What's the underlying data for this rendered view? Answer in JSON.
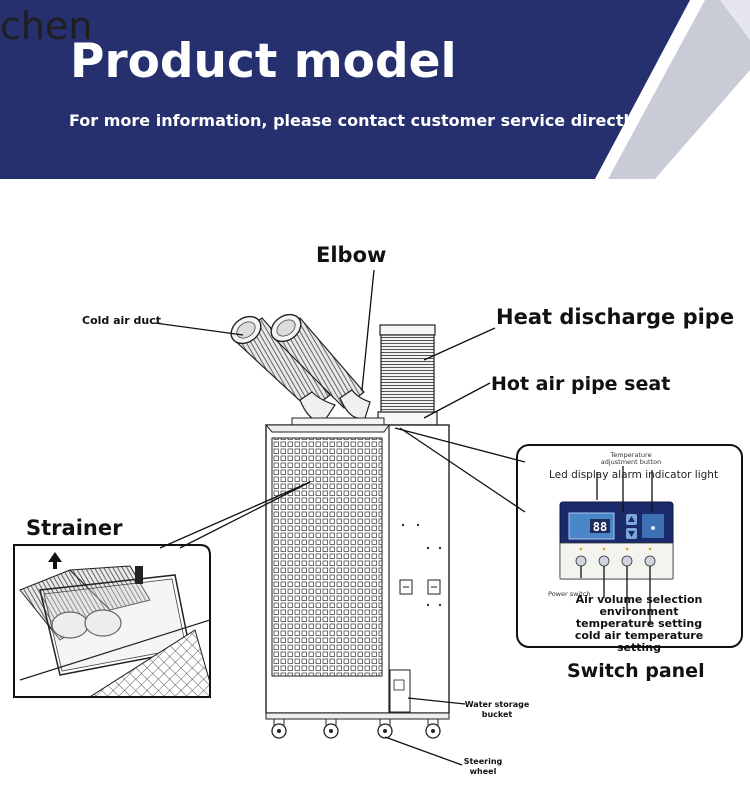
{
  "watermark": "chen",
  "header": {
    "title": "Product model",
    "subtitle": "For more information, please contact customer service directly"
  },
  "labels": {
    "elbow": "Elbow",
    "cold_air_duct": "Cold air duct",
    "heat_discharge_pipe": "Heat discharge pipe",
    "hot_air_pipe_seat": "Hot air pipe seat",
    "strainer": "Strainer",
    "switch_panel": "Switch panel",
    "water_storage_bucket": "Water storage bucket",
    "steering_wheel": "Steering wheel"
  },
  "control_panel": {
    "temperature_adjustment_button": "Temperature adjustment button",
    "led_display_alarm_indicator_light": "Led display alarm indicator light",
    "power_switch": "Power switch",
    "air_volume_selection": "Air volume selection environment temperature setting cold air temperature setting",
    "display_value": "88"
  },
  "colors": {
    "banner": "#26306e",
    "banner_stripe": "#c9ccd6",
    "panel_body": "#1a2a6a",
    "display": "#4b86c9"
  }
}
